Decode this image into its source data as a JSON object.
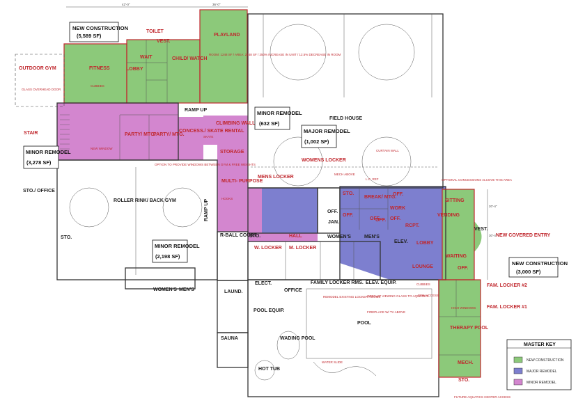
{
  "callouts": {
    "new_construction_top": {
      "title": "NEW CONSTRUCTION",
      "sf": "(5,589 SF)"
    },
    "minor_remodel_climbing": {
      "title": "MINOR REMODEL",
      "sf": "(632 SF)"
    },
    "major_remodel": {
      "title": "MAJOR REMODEL",
      "sf": "(1,002 SF)"
    },
    "minor_remodel_left": {
      "title": "MINOR REMODEL",
      "sf": "(3,278 SF)"
    },
    "minor_remodel_gym": {
      "title": "MINOR REMODEL",
      "sf": "(2,198 SF)"
    },
    "new_construction_right": {
      "title": "NEW CONSTRUCTION",
      "sf": "(3,000 SF)"
    }
  },
  "rooms": {
    "fitness": "FITNESS",
    "lobby_top": "LOBBY",
    "wait": "WAIT",
    "toilet": "TOILET",
    "vest_top": "VEST.",
    "child_watch": "CHILD/ WATCH",
    "playland": "PLAYLAND",
    "outdoor_gym": "OUTDOOR GYM",
    "stair": "STAIR",
    "party_mtg_1": "PARTY/ MTG.",
    "party_mtg_2": "PARTY/ MTG.",
    "concess_skate": "CONCESS./ SKATE RENTAL",
    "climbing_wall": "CLIMBING WALL",
    "storage": "STORAGE",
    "multi_purpose": "MULTI- PURPOSE",
    "mens_locker": "MENS LOCKER",
    "womens_locker": "WOMENS LOCKER",
    "field_house": "FIELD HOUSE",
    "sto_office": "STO./ OFFICE",
    "roller_rink": "ROLLER RINK/ BACK GYM",
    "sto_gym": "STO.",
    "rball_court": "R-BALL COURT",
    "sto_hall": "STO.",
    "hall": "HALL",
    "w_locker": "W. LOCKER",
    "m_locker": "M. LOCKER",
    "womens": "WOMEN'S",
    "mens": "MEN'S",
    "sto_break": "STO.",
    "off_1": "OFF.",
    "break_mtg": "BREAK/ MTG.",
    "off_2": "OFF.",
    "work": "WORK",
    "off_3": "OFF.",
    "off_4": "OFF.",
    "off_5": "OFF.",
    "rcpt": "RCPT.",
    "elev": "ELEV.",
    "lobby_main": "LOBBY",
    "lounge": "LOUNGE",
    "sitting": "SITTING",
    "vending": "VENDING",
    "vest_right": "VEST.",
    "waiting": "WAITING",
    "off_right": "OFF.",
    "jan": "JAN.",
    "off_jan": "OFF.",
    "family_locker_rms": "FAMILY LOCKER RMS.",
    "elev_equip": "ELEV. EQUIP.",
    "elect": "ELECT.",
    "office_lower": "OFFICE",
    "laund": "LAUND.",
    "womens_gym": "WOMEN'S",
    "mens_gym": "MEN'S",
    "pool_equip": "POOL EQUIP.",
    "sauna": "SAUNA",
    "wading_pool": "WADING POOL",
    "hot_tub": "HOT TUB",
    "pool": "POOL",
    "fam_locker_2": "FAM. LOCKER #2",
    "fam_locker_1": "FAM. LOCKER #1",
    "therapy_pool": "THERAPY POOL",
    "mech": "MECH.",
    "sto_bottom": "STO.",
    "new_covered_entry": "NEW COVERED ENTRY"
  },
  "notes": {
    "glass_overhead": "GLASS OVERHEAD DOOR",
    "cubbies_top": "CUBBIES",
    "new_window": "NEW WINDOW",
    "option_windows": "OPTION TO PROVIDE WINDOWS BETWEEN GYM & FREE WEIGHTS",
    "ramp_up": "RAMP UP",
    "skate": "SKATE",
    "hooks": "HOOKS",
    "curtain_wall": "CURTAIN WALL",
    "mech_above": "MECH ABOVE",
    "lc_ref": "L.C. REF",
    "optional_concessions": "OPTIONAL CONCESSIONS ALCOVE THIS AREA",
    "remodel_existing": "REMODEL EXISTING LOCKER ROOMS",
    "open_viewing": "OPEN UP VIEWING GLASS TO AQUATICS",
    "fireplace": "FIREPLACE W/ TV ABOVE",
    "cubbies_lower": "CUBBIES",
    "new_access": "NEW ACCESS",
    "water_slide": "WATER SLIDE",
    "future_aquatics": "FUTURE AQUATICS CENTER ACCESS",
    "high_windows": "HIGH WINDOWS",
    "playland_stats": "ROOM: 1248 SF / AREA: 2348 SF / 250% INCREASE IN UNIT / 12.5% DECREASE IN ROOM",
    "ramp_up_lower": "RAMP UP"
  },
  "dims": {
    "top_left": "42'-0\"",
    "top_mid": "36'-0\"",
    "right_a": "20'-4\"",
    "right_b": "30'-4\""
  },
  "legend": {
    "title": "MASTER KEY",
    "items": [
      {
        "label": "NEW CONSTRUCTION",
        "color": "#8cc97a"
      },
      {
        "label": "MAJOR REMODEL",
        "color": "#7d7fcf"
      },
      {
        "label": "MINOR REMODEL",
        "color": "#d386cf"
      }
    ]
  }
}
